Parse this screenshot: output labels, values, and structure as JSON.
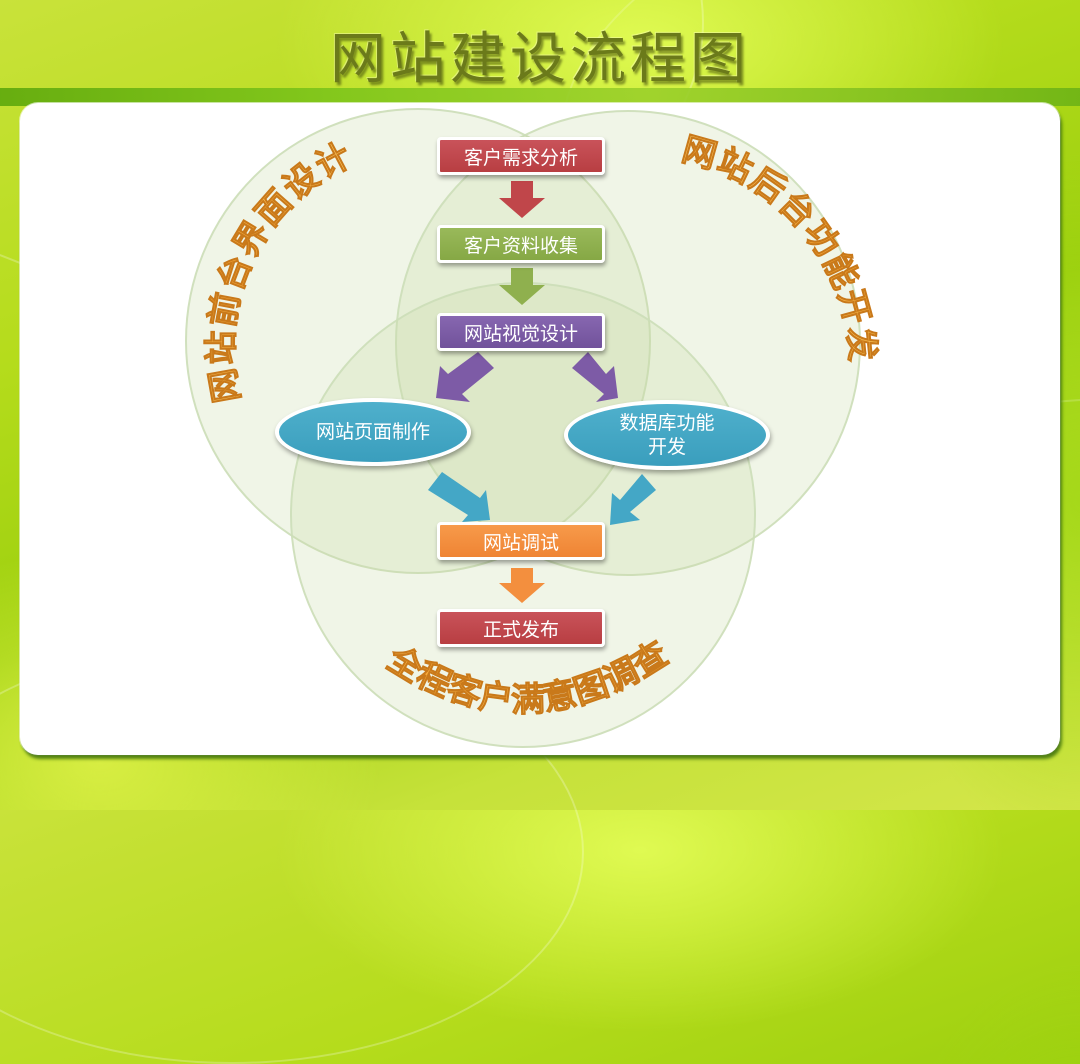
{
  "slide": {
    "title": "网站建设流程图",
    "colors": {
      "background_green": "#a8d41a",
      "panel": "#ffffff",
      "venn_fill": "#e6eedb",
      "title_text": "#6b7a1a",
      "wordart_orange": "#f7b133"
    }
  },
  "diagram": {
    "venn_labels": {
      "left": "网站前台界面设计",
      "right": "网站后台功能开发",
      "bottom": "全程客户满意图调查"
    },
    "steps": [
      {
        "id": "step1",
        "label": "客户需求分析",
        "shape": "rectangle",
        "color": "#c0464a"
      },
      {
        "id": "step2",
        "label": "客户资料收集",
        "shape": "rectangle",
        "color": "#8fb04e"
      },
      {
        "id": "step3",
        "label": "网站视觉设计",
        "shape": "rectangle",
        "color": "#7d5ba6"
      },
      {
        "id": "step4a",
        "label": "网站页面制作",
        "shape": "ellipse",
        "color": "#44a7c6"
      },
      {
        "id": "step4b",
        "label_line1": "数据库功能",
        "label_line2": "开发",
        "shape": "ellipse",
        "color": "#44a7c6"
      },
      {
        "id": "step5",
        "label": "网站调试",
        "shape": "rectangle",
        "color": "#f38f3e"
      },
      {
        "id": "step6",
        "label": "正式发布",
        "shape": "rectangle",
        "color": "#c0464a"
      }
    ],
    "arrows": [
      {
        "from": "step1",
        "to": "step2",
        "color": "#c0464a"
      },
      {
        "from": "step2",
        "to": "step3",
        "color": "#8fb04e"
      },
      {
        "from": "step3",
        "to": "step4a",
        "color": "#7d5ba6"
      },
      {
        "from": "step3",
        "to": "step4b",
        "color": "#7d5ba6"
      },
      {
        "from": "step4a",
        "to": "step5",
        "color": "#44a7c6"
      },
      {
        "from": "step4b",
        "to": "step5",
        "color": "#44a7c6"
      },
      {
        "from": "step5",
        "to": "step6",
        "color": "#f38f3e"
      }
    ]
  }
}
